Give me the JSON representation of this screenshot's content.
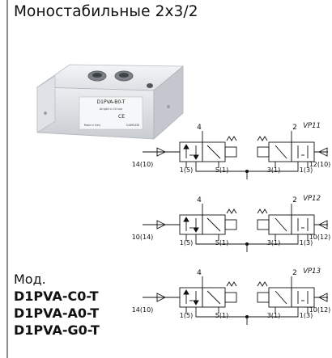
{
  "document": {
    "title": "Моностабильные 2х3/2",
    "photo": {
      "product_label": "D1PVA-B0-T",
      "sub_label": "Airight in 10 bar",
      "marks": "CE",
      "brand": "CAMOZZI",
      "made_in": "Made in Italy"
    },
    "models": {
      "label": "Мод.",
      "codes": [
        "D1PVA-C0-T",
        "D1PVA-A0-T",
        "D1PVA-G0-T"
      ]
    },
    "schematics": [
      {
        "tag": "VP11",
        "port_top_left": "4",
        "port_top_right": "2",
        "pilot_left": "14(10)",
        "pilot_right": "12(10)",
        "ports_bottom": [
          "1(5)",
          "5(1)",
          "3(1)",
          "1(3)"
        ]
      },
      {
        "tag": "VP12",
        "port_top_left": "4",
        "port_top_right": "2",
        "pilot_left": "10(14)",
        "pilot_right": "10(12)",
        "ports_bottom": [
          "1(5)",
          "5(1)",
          "3(1)",
          "1(3)"
        ]
      },
      {
        "tag": "VP13",
        "port_top_left": "4",
        "port_top_right": "2",
        "pilot_left": "14(10)",
        "pilot_right": "10(12)",
        "ports_bottom": [
          "1(5)",
          "5(1)",
          "3(1)",
          "1(3)"
        ]
      }
    ]
  }
}
